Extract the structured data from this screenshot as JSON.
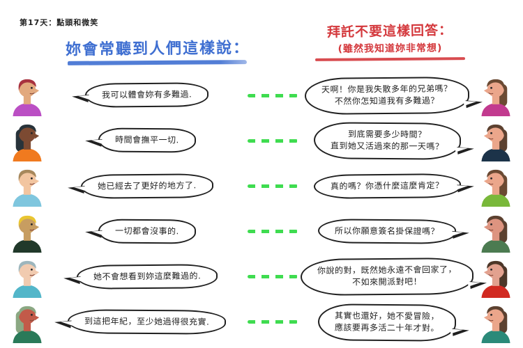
{
  "page_label": "第17天：點頭和微笑",
  "left_column": {
    "title": "妳會常聽到人們這樣說：",
    "title_color": "#3f6fd1"
  },
  "right_column": {
    "title": "拜託不要這樣回答：",
    "subtitle": "(雖然我知道妳非常想)",
    "title_color": "#d4393d"
  },
  "colors": {
    "title_blue": "#3f6fd1",
    "title_red": "#d4393d",
    "dash_green": "#3fdc50",
    "ink": "#1f1f1f"
  },
  "rows": [
    {
      "left_text": "我可以體會妳有多難過.",
      "right_text": "天啊！你是我失散多年的兄弟嗎？\n不然你怎知道我有多難過？",
      "left_face": {
        "name": "man-red-cap-beard-purple-shirt",
        "hair": "#a8323f",
        "skin": "#e2a97e",
        "shirt": "#bb4fc4",
        "long_hair": false
      },
      "right_face": {
        "name": "woman-teal-headband-magenta-top",
        "hair": "#6b4a33",
        "skin": "#eba68b",
        "shirt": "#c23a8f",
        "long_hair": true
      }
    },
    {
      "left_text": "時間會撫平一切.",
      "right_text": "到底需要多少時間？\n直到她又活過來的那一天嗎？",
      "left_face": {
        "name": "woman-black-ponytail-orange-shirt",
        "hair": "#28333a",
        "skin": "#7c4a32",
        "shirt": "#f07a1f",
        "long_hair": true
      },
      "right_face": {
        "name": "woman-long-brown-hair-navy-top",
        "hair": "#5c4130",
        "skin": "#eba68b",
        "shirt": "#1c3349",
        "long_hair": true
      }
    },
    {
      "left_text": "她已經去了更好的地方了.",
      "right_text": "真的嗎？你憑什麼這麼肯定？",
      "left_face": {
        "name": "man-light-brown-hair-striped-blue-shirt",
        "hair": "#a7885c",
        "skin": "#f2c5a0",
        "shirt": "#7fc6de",
        "long_hair": false
      },
      "right_face": {
        "name": "woman-brown-ponytail-green-top",
        "hair": "#6b4a33",
        "skin": "#eba68b",
        "shirt": "#79b83a",
        "long_hair": true
      }
    },
    {
      "left_text": "一切都會沒事的.",
      "right_text": "所以你願意簽名掛保證嗎？",
      "left_face": {
        "name": "person-blonde-hair-pink-glasses-dark-top",
        "hair": "#e9c531",
        "skin": "#c79d61",
        "shirt": "#21392a",
        "long_hair": false
      },
      "right_face": {
        "name": "woman-brown-hair-green-striped-top",
        "hair": "#5c4130",
        "skin": "#dd9480",
        "shirt": "#4c7b51",
        "long_hair": true
      }
    },
    {
      "left_text": "她不會想看到妳這麼難過的.",
      "right_text": "你說的對，既然她永遠不會回家了，\n不如來開派對吧！",
      "left_face": {
        "name": "elderly-man-balding-gray-teal-turtleneck",
        "hair": "#9db6bd",
        "skin": "#f1cbb0",
        "shirt": "#53b6c9",
        "long_hair": false
      },
      "right_face": {
        "name": "woman-brown-braid-red-top",
        "hair": "#4c3628",
        "skin": "#e2a18f",
        "shirt": "#d12a21",
        "long_hair": true
      }
    },
    {
      "left_text": "到這把年紀，至少她過得很充實.",
      "right_text": "其實也還好，她不愛冒險，\n應該要再多活二十年才對。",
      "left_face": {
        "name": "elderly-woman-gray-green-curly-hair",
        "hair": "#8ba883",
        "skin": "#c25a49",
        "shirt": "#2a7a59",
        "long_hair": true
      },
      "right_face": {
        "name": "woman-long-brown-hair-teal-top",
        "hair": "#5c4130",
        "skin": "#eba68b",
        "shirt": "#2b8a79",
        "long_hair": true
      }
    }
  ]
}
